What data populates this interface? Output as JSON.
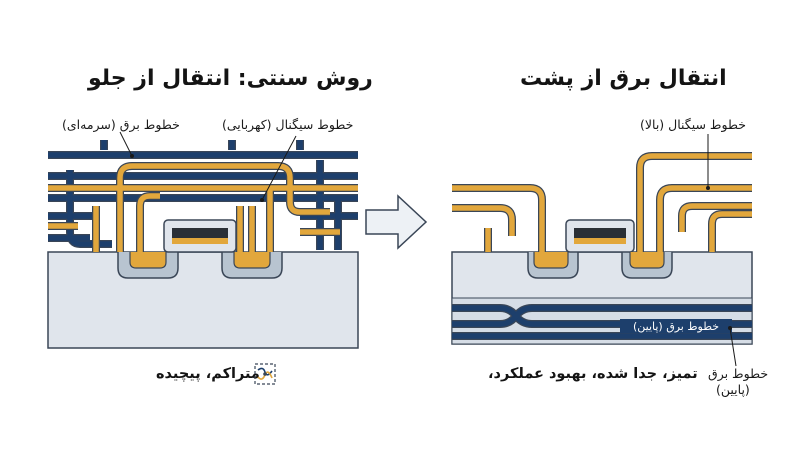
{
  "colors": {
    "power_navy": "#1d3f6c",
    "signal_amber": "#e2a73c",
    "substrate": "#e0e5ec",
    "transistor": "#b8c4d0",
    "outline": "#3a4657"
  },
  "left_panel": {
    "title": "روش سنتی: انتقال از جلو",
    "power_label": "خطوط برق (سرمه‌ای)",
    "signal_label": "خطوط سیگنال (کهربایی)",
    "caption": "متراکم، پیچیده",
    "caption_icon": "tangled-wires-icon"
  },
  "right_panel": {
    "title": "انتقال برق از پشت",
    "signal_label": "خطوط سیگنال (بالا)",
    "inner_power_label": "خطوط برق (پایین)",
    "power_label_line1": "خطوط برق",
    "power_label_line2": "(پایین)",
    "caption": "تمیز، جدا شده، بهبود عملکرد،"
  },
  "arrow_icon": "right-arrow-icon"
}
